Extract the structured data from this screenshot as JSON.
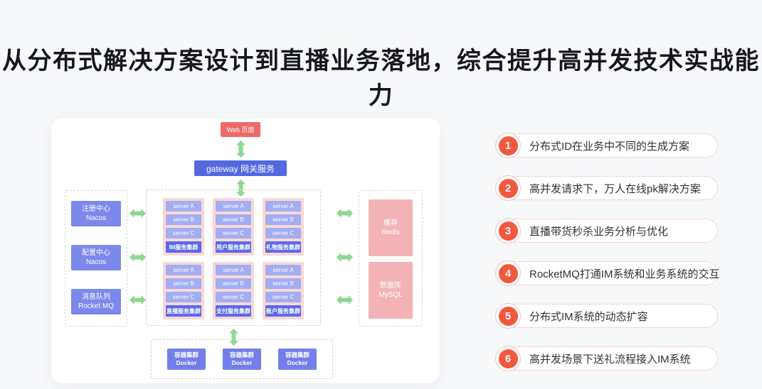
{
  "header": {
    "title": "从分布式解决方案设计到直播业务落地，综合提升高并发技术实战能力"
  },
  "diagram": {
    "web_badge": "Web 页面",
    "gateway_label": "gateway 网关服务",
    "infra_left": [
      {
        "name": "注册中心",
        "tech": "Nacos"
      },
      {
        "name": "配置中心",
        "tech": "Nacos"
      },
      {
        "name": "消息队列",
        "tech": "Rocket MQ"
      }
    ],
    "server_labels": [
      "server A",
      "server B",
      "server C"
    ],
    "cluster_rows": {
      "row1": [
        "IM服务集群",
        "用户服务集群",
        "礼物服务集群"
      ],
      "row2": [
        "直播服务集群",
        "支付服务集群",
        "账户服务集群"
      ]
    },
    "storage": [
      {
        "name": "缓存",
        "tech": "Redis"
      },
      {
        "name": "数据库",
        "tech": "MySQL"
      }
    ],
    "containers": [
      {
        "name": "容器集群",
        "tech": "Docker"
      },
      {
        "name": "容器集群",
        "tech": "Docker"
      },
      {
        "name": "容器集群",
        "tech": "Docker"
      }
    ]
  },
  "features": [
    {
      "number": "1",
      "text": "分布式ID在业务中不同的生成方案"
    },
    {
      "number": "2",
      "text": "高并发请求下，万人在线pk解决方案"
    },
    {
      "number": "3",
      "text": "直播带货秒杀业务分析与优化"
    },
    {
      "number": "4",
      "text": "RocketMQ打通IM系统和业务系统的交互"
    },
    {
      "number": "5",
      "text": "分布式IM系统的动态扩容"
    },
    {
      "number": "6",
      "text": "高并发场景下送礼流程接入IM系统"
    }
  ],
  "colors": {
    "background": "#f7f8fa",
    "title_text": "#17181c",
    "primary_blue": "#5468e2",
    "mid_blue": "#7d88ec",
    "light_blue": "#a2adf2",
    "docker_blue": "#747eea",
    "cluster_pink": "#f8d8d6",
    "storage_pink": "#f4b3b5",
    "web_badge_red": "#ec6a6a",
    "feature_accent_red": "#f1583e",
    "arrow_green": "#8ed793"
  }
}
